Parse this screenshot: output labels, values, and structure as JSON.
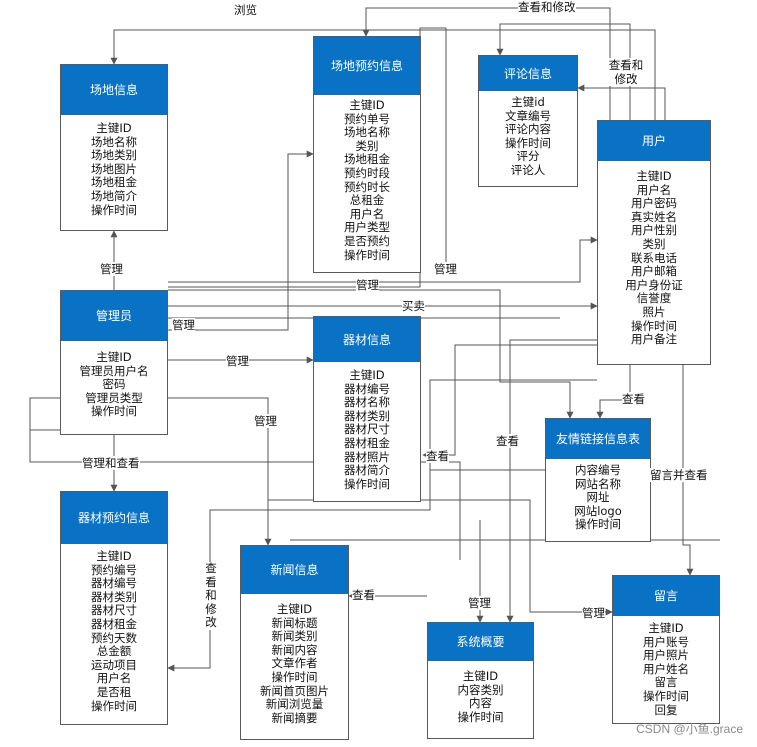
{
  "entities": {
    "venue_info": {
      "title": "场地信息",
      "fields": [
        "主键ID",
        "场地名称",
        "场地类别",
        "场地图片",
        "场地租金",
        "场地简介",
        "操作时间"
      ]
    },
    "venue_booking": {
      "title": "场地预约信息",
      "fields": [
        "主键ID",
        "预约单号",
        "场地名称",
        "类别",
        "场地租金",
        "预约时段",
        "预约时长",
        "总租金",
        "用户名",
        "用户类型",
        "是否预约",
        "操作时间"
      ]
    },
    "comments": {
      "title": "评论信息",
      "fields": [
        "主键id",
        "文章编号",
        "评论内容",
        "操作时间",
        "评分",
        "评论人"
      ]
    },
    "user": {
      "title": "用户",
      "fields": [
        "主键ID",
        "用户名",
        "用户密码",
        "真实姓名",
        "用户性别",
        "类别",
        "联系电话",
        "用户邮箱",
        "用户身份证",
        "信誉度",
        "照片",
        "操作时间",
        "用户备注"
      ]
    },
    "admin": {
      "title": "管理员",
      "fields": [
        "主键ID",
        "管理员用户名",
        "密码",
        "管理员类型",
        "操作时间"
      ]
    },
    "equipment": {
      "title": "器材信息",
      "fields": [
        "主键ID",
        "器材编号",
        "器材名称",
        "器材类别",
        "器材尺寸",
        "器材租金",
        "器材照片",
        "器材简介",
        "操作时间"
      ]
    },
    "links": {
      "title": "友情链接信息表",
      "fields": [
        "内容编号",
        "网站名称",
        "网址",
        "网站logo",
        "操作时间"
      ]
    },
    "equipment_booking": {
      "title": "器材预约信息",
      "fields": [
        "主键ID",
        "预约编号",
        "器材编号",
        "器材类别",
        "器材尺寸",
        "器材租金",
        "预约天数",
        "总金额",
        "运动项目",
        "用户名",
        "是否租",
        "操作时间"
      ]
    },
    "news": {
      "title": "新闻信息",
      "fields": [
        "主键ID",
        "新闻标题",
        "新闻类别",
        "新闻内容",
        "文章作者",
        "操作时间",
        "新闻首页图片",
        "新闻浏览量",
        "新闻摘要"
      ]
    },
    "system": {
      "title": "系统概要",
      "fields": [
        "主键ID",
        "内容类别",
        "内容",
        "操作时间"
      ]
    },
    "messages": {
      "title": "留言",
      "fields": [
        "主键ID",
        "用户账号",
        "用户照片",
        "用户姓名",
        "留言",
        "操作时间",
        "回复"
      ]
    }
  },
  "labels": {
    "browse": "浏览",
    "view_edit_top": "查看和修改",
    "view_edit_right": "查看和修改",
    "manage_1": "管理",
    "manage_2": "管理",
    "manage_3": "管理",
    "manage_4": "管理",
    "manage_5": "管理",
    "manage_6": "管理",
    "manage_7": "管理",
    "manage_8": "管理",
    "trade": "买卖",
    "view_1": "查看",
    "view_2": "查看",
    "view_3": "查看",
    "view_4": "查看",
    "manage_and_view": "管理和查看",
    "comment_and_view": "留言并查看",
    "view_and_edit_vertical": "查看和修改"
  },
  "colors": {
    "header": "#0a72c5",
    "line": "#555555"
  },
  "watermark": "CSDN @小鱼.grace"
}
